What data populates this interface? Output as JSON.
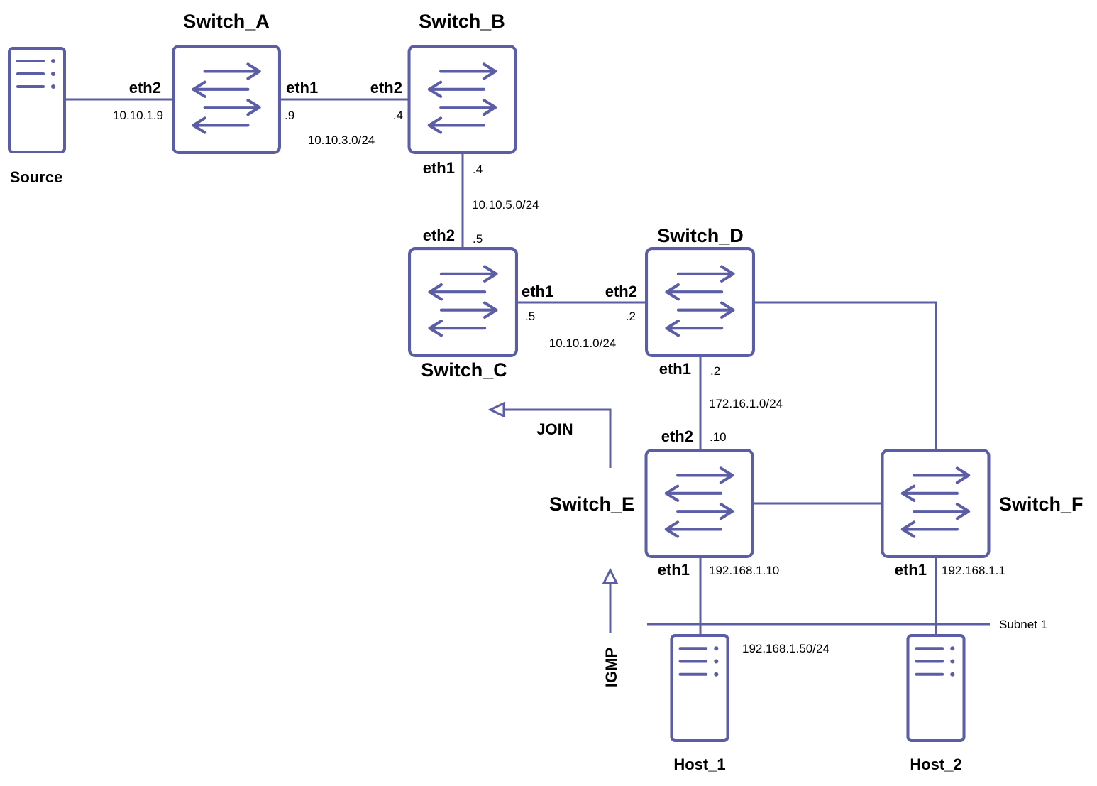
{
  "colors": {
    "stroke": "#5b5ea6",
    "text": "#000000",
    "background": "#ffffff"
  },
  "devices": {
    "source": {
      "label": "Source",
      "icon": "server-icon"
    },
    "switch_a": {
      "label": "Switch_A",
      "icon": "switch-icon"
    },
    "switch_b": {
      "label": "Switch_B",
      "icon": "switch-icon"
    },
    "switch_c": {
      "label": "Switch_C",
      "icon": "switch-icon"
    },
    "switch_d": {
      "label": "Switch_D",
      "icon": "switch-icon"
    },
    "switch_e": {
      "label": "Switch_E",
      "icon": "switch-icon"
    },
    "switch_f": {
      "label": "Switch_F",
      "icon": "switch-icon"
    },
    "host_1": {
      "label": "Host_1",
      "icon": "server-icon"
    },
    "host_2": {
      "label": "Host_2",
      "icon": "server-icon"
    }
  },
  "links": {
    "source_a": {
      "if_a": "eth2",
      "ip_a": "10.10.1.9"
    },
    "a_b": {
      "if_a": "eth1",
      "ip_a": ".9",
      "if_b": "eth2",
      "ip_b": ".4",
      "subnet": "10.10.3.0/24"
    },
    "b_c": {
      "if_b": "eth1",
      "ip_b": ".4",
      "if_c": "eth2",
      "ip_c": ".5",
      "subnet": "10.10.5.0/24"
    },
    "c_d": {
      "if_c": "eth1",
      "ip_c": ".5",
      "if_d": "eth2",
      "ip_d": ".2",
      "subnet": "10.10.1.0/24"
    },
    "d_e": {
      "if_d": "eth1",
      "ip_d": ".2",
      "if_e": "eth2",
      "ip_e": ".10",
      "subnet": "172.16.1.0/24"
    },
    "e_host": {
      "if_e": "eth1",
      "ip_e": "192.168.1.10"
    },
    "f_host": {
      "if_f": "eth1",
      "ip_f": "192.168.1.1"
    }
  },
  "lan": {
    "name": "Subnet 1",
    "host_ip": "192.168.1.50/24"
  },
  "messages": {
    "join": "JOIN",
    "igmp": "IGMP"
  }
}
